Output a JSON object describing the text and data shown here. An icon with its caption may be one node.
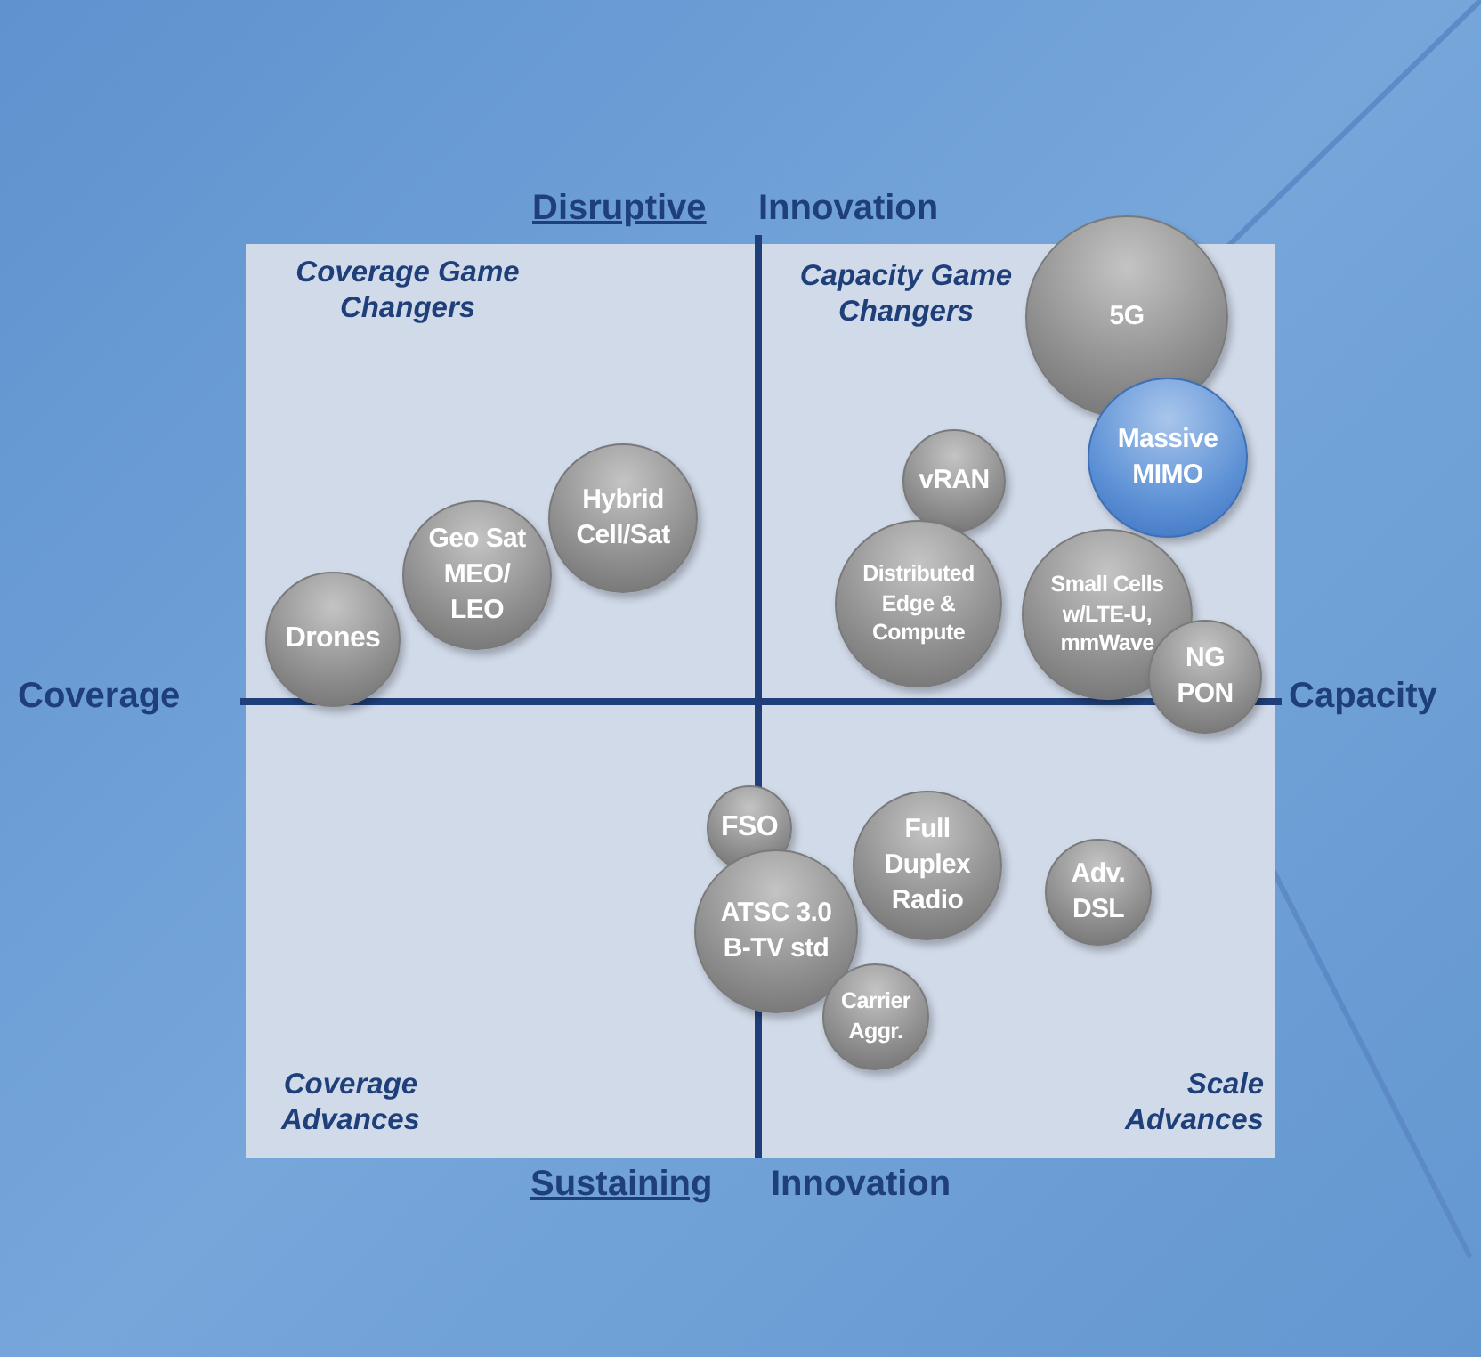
{
  "diagram": {
    "nodes": [
      {
        "text": [
          "5G"
        ]
      },
      {
        "text": [
          "Massive MIMO"
        ]
      },
      {
        "text": [
          "vRAN"
        ]
      },
      {
        "text": [
          "Hybrid Cell/Sat"
        ]
      },
      {
        "text": [
          "Geo Sat MEO/ LEO"
        ]
      },
      {
        "text": [
          "Distributed Edge & Compute"
        ]
      },
      {
        "text": [
          "Small Cells w/LTE-U, mmWave"
        ]
      },
      {
        "text": [
          "Drones"
        ]
      },
      {
        "text": [
          "NG PON"
        ]
      },
      {
        "text": [
          "FSO"
        ]
      },
      {
        "text": [
          "Full Duplex Radio"
        ]
      },
      {
        "text": [
          "Adv. DSL"
        ]
      },
      {
        "text": [
          "ATSC 3.0 B-TV std"
        ]
      },
      {
        "text": [
          "Carrier Aggr."
        ]
      }
    ],
    "labels": [
      "Disruptive",
      "Innovation",
      "Coverage Game Changers",
      "Capacity Game Changers",
      "Coverage",
      "Capacity",
      "Coverage Advances",
      "Scale Advances",
      "Sustaining",
      "Innovation"
    ]
  }
}
